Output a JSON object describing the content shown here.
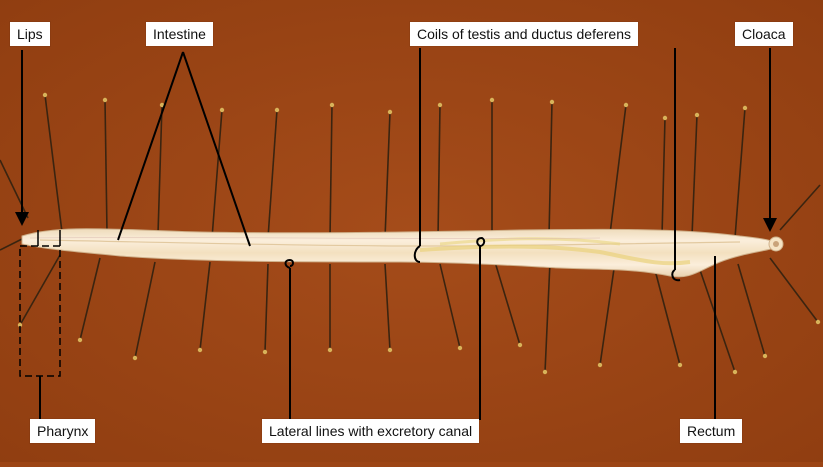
{
  "labels": {
    "lips": "Lips",
    "intestine": "Intestine",
    "coils": "Coils of testis and ductus deferens",
    "cloaca": "Cloaca",
    "pharynx": "Pharynx",
    "lateral_lines": "Lateral lines with excretory canal",
    "rectum": "Rectum"
  },
  "colors": {
    "background": "#9c4515",
    "worm_body": "#f5e3c4",
    "pin": "#c9a64e",
    "pointer": "#000000",
    "label_bg": "#ffffff"
  }
}
